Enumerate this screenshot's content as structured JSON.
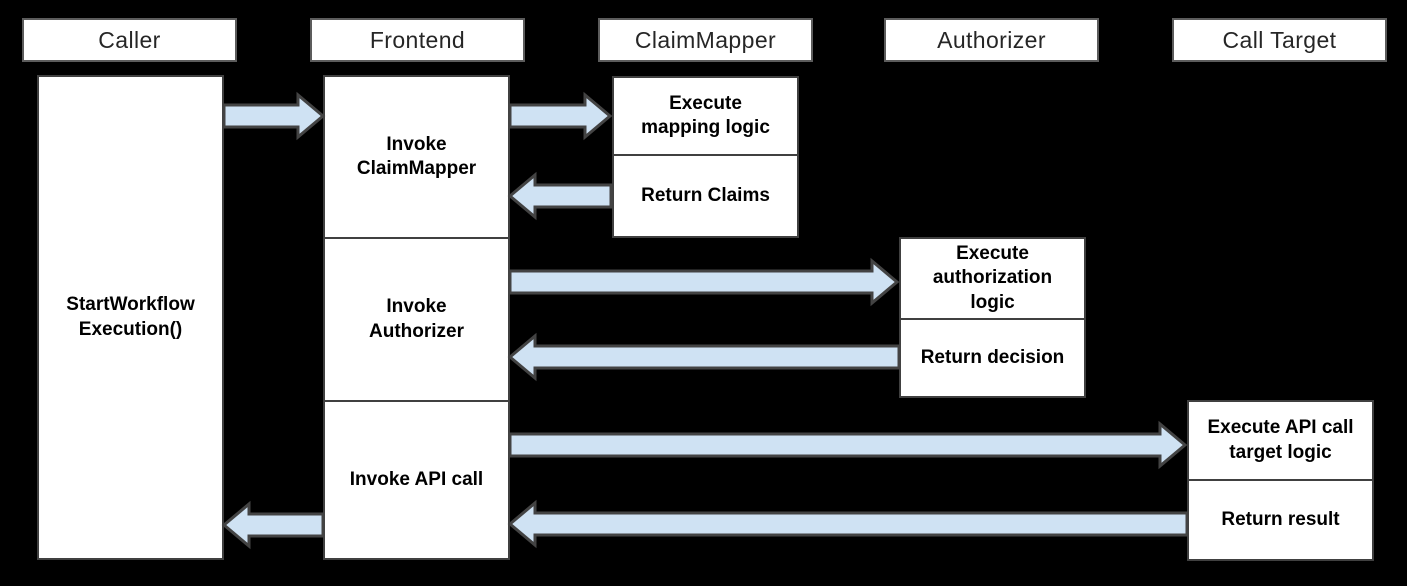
{
  "colors": {
    "background": "#000000",
    "box_fill": "#ffffff",
    "header_border": "#5c5c5c",
    "box_border": "#404040",
    "arrow_fill": "#cfe2f3",
    "arrow_stroke": "#434343",
    "text": "#000000"
  },
  "lifelines": [
    {
      "header": "Caller"
    },
    {
      "header": "Frontend"
    },
    {
      "header": "ClaimMapper"
    },
    {
      "header": "Authorizer"
    },
    {
      "header": "Call Target"
    }
  ],
  "activations": {
    "caller_start": "StartWorkflow\nExecution()",
    "frontend_invoke_claimmapper": "Invoke\nClaimMapper",
    "frontend_invoke_authorizer": "Invoke\nAuthorizer",
    "frontend_invoke_api_call": "Invoke API call",
    "claimmapper_execute": "Execute\nmapping logic",
    "claimmapper_return": "Return Claims",
    "authorizer_execute": "Execute\nauthorization\nlogic",
    "authorizer_return": "Return decision",
    "calltarget_execute": "Execute API call\ntarget logic",
    "calltarget_return": "Return result"
  },
  "messages": [
    {
      "name": "caller-to-frontend",
      "direction": "right"
    },
    {
      "name": "frontend-to-claimmapper",
      "direction": "right"
    },
    {
      "name": "claimmapper-to-frontend",
      "direction": "left"
    },
    {
      "name": "frontend-to-authorizer",
      "direction": "right"
    },
    {
      "name": "authorizer-to-frontend",
      "direction": "left"
    },
    {
      "name": "frontend-to-calltarget",
      "direction": "right"
    },
    {
      "name": "calltarget-to-frontend",
      "direction": "left"
    },
    {
      "name": "frontend-to-caller",
      "direction": "left"
    }
  ]
}
